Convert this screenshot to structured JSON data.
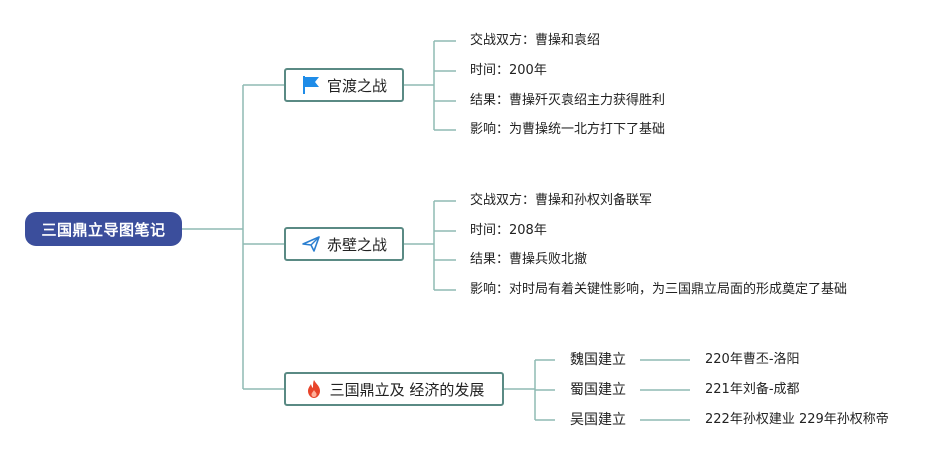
{
  "root": {
    "label": "三国鼎立导图笔记"
  },
  "branches": [
    {
      "label": "官渡之战",
      "icon": "flag-icon",
      "items": [
        "交战双方：曹操和袁绍",
        "时间：200年",
        "结果：曹操歼灭袁绍主力获得胜利",
        "影响：为曹操统一北方打下了基础"
      ]
    },
    {
      "label": "赤壁之战",
      "icon": "paper-plane-icon",
      "items": [
        "交战双方：曹操和孙权刘备联军",
        "时间：208年",
        "结果：曹操兵败北撤",
        "影响：对时局有着关键性影响，为三国鼎立局面的形成奠定了基础"
      ]
    },
    {
      "label": "三国鼎立及 经济的发展",
      "icon": "fire-icon",
      "items": [
        {
          "label": "魏国建立",
          "detail": "220年曹丕-洛阳"
        },
        {
          "label": "蜀国建立",
          "detail": "221年刘备-成都"
        },
        {
          "label": "吴国建立",
          "detail": "222年孙权建业 229年孙权称帝"
        }
      ]
    }
  ],
  "colors": {
    "root_bg": "#3b4e9c",
    "line": "#8fbab3",
    "topic_border": "#5a8a84",
    "flag": "#1f8ce8",
    "plane": "#2b7fd0",
    "fire": "#e8442a"
  }
}
